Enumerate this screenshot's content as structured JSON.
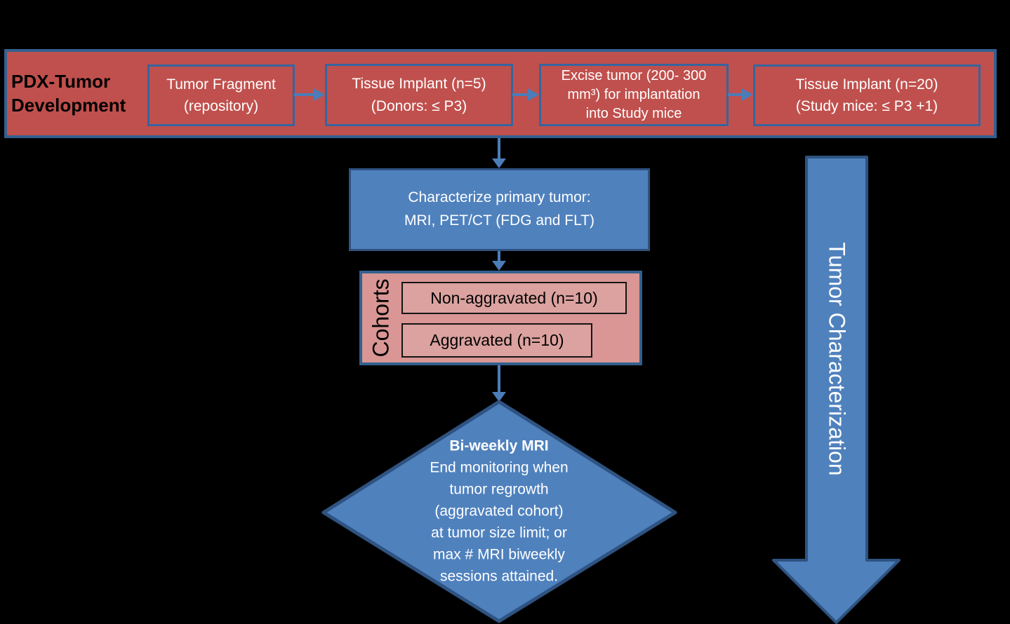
{
  "colors": {
    "background": "#000000",
    "red_fill": "#C0504D",
    "blue_fill": "#4F81BD",
    "pink_fill": "#D99694",
    "pink_inner_fill": "#DBA29F",
    "outer_border": "#33608F",
    "inner_box_border": "#3565A0",
    "shape_border": "#2F5381",
    "connector": "#4B7DB8"
  },
  "band": {
    "title": "PDX-Tumor\nDevelopment",
    "boxes": [
      {
        "text": "Tumor Fragment\n(repository)"
      },
      {
        "text": "Tissue Implant (n=5)\n(Donors: ≤ P3)"
      },
      {
        "text": "Excise tumor (200- 300\nmm³) for implantation\ninto Study mice"
      },
      {
        "text": "Tissue Implant (n=20)\n(Study mice: ≤ P3 +1)"
      }
    ]
  },
  "characterize_box": {
    "text": "Characterize primary tumor:\nMRI, PET/CT (FDG and FLT)"
  },
  "cohorts": {
    "label": "Cohorts",
    "items": [
      {
        "text": "Non-aggravated (n=10)"
      },
      {
        "text": "Aggravated (n=10)"
      }
    ]
  },
  "decision": {
    "title": "Bi-weekly MRI",
    "body": "End monitoring when\ntumor regrowth\n(aggravated cohort)\nat tumor size limit; or\nmax # MRI biweekly\nsessions attained."
  },
  "side_arrow": {
    "label": "Tumor Characterization"
  }
}
